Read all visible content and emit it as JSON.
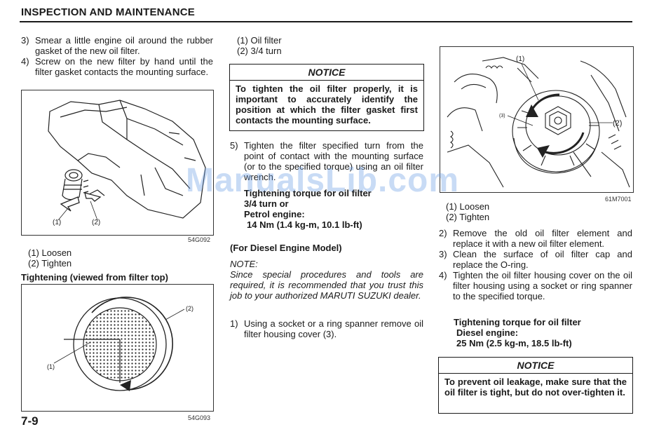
{
  "header": {
    "title": "INSPECTION AND MAINTENANCE"
  },
  "col1": {
    "steps": [
      {
        "num": "3)",
        "text": "Smear a little engine oil around the rubber gasket of the new oil filter."
      },
      {
        "num": "4)",
        "text": "Screw on the new filter by hand until the filter gasket contacts the mounting surface."
      }
    ],
    "fig1": {
      "code": "54G092",
      "label1": "(1)",
      "label2": "(2)"
    },
    "legend1": [
      "(1) Loosen",
      "(2) Tighten"
    ],
    "subheading": "Tightening (viewed from filter top)",
    "fig2": {
      "code": "54G093",
      "label1": "(1)",
      "label2": "(2)"
    }
  },
  "col2": {
    "legend": [
      "(1) Oil filter",
      "(2) 3/4 turn"
    ],
    "notice1": {
      "title": "NOTICE",
      "body": "To tighten the oil filter properly, it is important to accurately identify the position at which the filter gasket first contacts the mounting surface."
    },
    "step5": {
      "num": "5)",
      "text": "Tighten the filter specified turn from the point of contact with the mounting surface (or to the specified torque) using an oil filter wrench."
    },
    "torque": {
      "heading": "Tightening torque for oil filter",
      "line1": "3/4 turn or",
      "line2": "Petrol engine:",
      "line3": "14 Nm (1.4 kg-m, 10.1 lb-ft)"
    },
    "diesel_heading": "(For Diesel Engine Model)",
    "note": {
      "label": "NOTE:",
      "text": "Since special procedures and tools are required, it is recommended that you trust this job to your authorized MARUTI SUZUKI dealer."
    },
    "step1": {
      "num": "1)",
      "text": "Using a socket or a ring spanner remove oil filter housing cover (3)."
    }
  },
  "col3": {
    "fig3": {
      "code": "61M7001",
      "label1": "(1)",
      "label2": "(2)",
      "label3": "(3)"
    },
    "legend": [
      "(1) Loosen",
      "(2) Tighten"
    ],
    "steps": [
      {
        "num": "2)",
        "text": "Remove the old oil filter element and replace it with a new oil filter element."
      },
      {
        "num": "3)",
        "text": "Clean the surface of oil filter cap and replace the O-ring."
      },
      {
        "num": "4)",
        "text": "Tighten the oil filter housing cover on the oil filter housing using a socket or ring spanner to the specified torque."
      }
    ],
    "torque": {
      "heading": "Tightening torque for oil filter",
      "line1": "Diesel engine:",
      "line2": "25 Nm (2.5 kg-m, 18.5 lb-ft)"
    },
    "notice2": {
      "title": "NOTICE",
      "body": "To prevent oil leakage, make sure that the oil filter is tight, but do not over-tighten it."
    }
  },
  "watermark": "ManualsLib.com",
  "page_number": "7-9"
}
